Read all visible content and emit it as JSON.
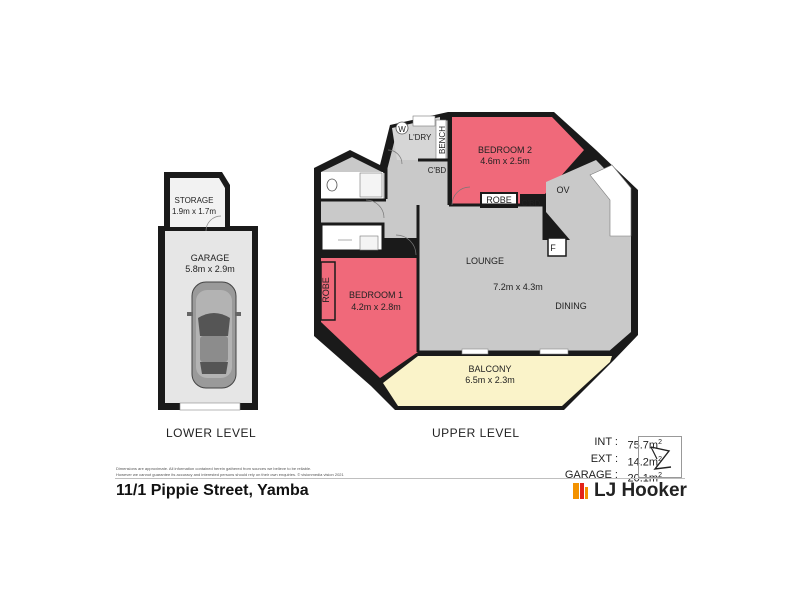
{
  "lower_level": {
    "heading": "LOWER LEVEL",
    "storage": {
      "name": "STORAGE",
      "size": "1.9m x 1.7m"
    },
    "garage": {
      "name": "GARAGE",
      "size": "5.8m x 2.9m"
    }
  },
  "upper_level": {
    "heading": "UPPER LEVEL",
    "laundry": "L'DRY",
    "washer": "W",
    "bench": "BENCH",
    "cbd_1": "C'BD",
    "cbd_2": "C'BD",
    "bedroom2": {
      "name": "BEDROOM 2",
      "size": "4.6m x 2.5m"
    },
    "robe_1": "ROBE",
    "robe_2": "ROBE",
    "oven": "OV",
    "fridge": "F",
    "lounge": "LOUNGE",
    "lounge_size": "7.2m x 4.3m",
    "dining": "DINING",
    "bedroom1": {
      "name": "BEDROOM 1",
      "size": "4.2m x 2.8m"
    },
    "balcony": {
      "name": "BALCONY",
      "size": "6.5m x 2.3m"
    }
  },
  "areas": {
    "int_label": "INT :",
    "int_value": "75.7m",
    "ext_label": "EXT :",
    "ext_value": "14.2m",
    "garage_label": "GARAGE :",
    "garage_value": "20.1m",
    "unit_sup": "2"
  },
  "disclaimer": {
    "line1": "Dimensions are approximate. All information contained herein gathered from sources we believe to be reliable.",
    "line2": "However we cannot guarantee its accuracy and interested persons should rely on their own enquiries. © visionmedia vision 2021"
  },
  "address": "11/1 Pippie Street, Yamba",
  "brand": "LJ Hooker",
  "colors": {
    "bedroom": "#f0697a",
    "balcony": "#faf3c9",
    "floor_grey": "#c9c9c9",
    "garage_floor": "#e6e6e6",
    "wall": "#1a1a1a",
    "brand_orange": "#f39200",
    "brand_red": "#e2231a"
  }
}
